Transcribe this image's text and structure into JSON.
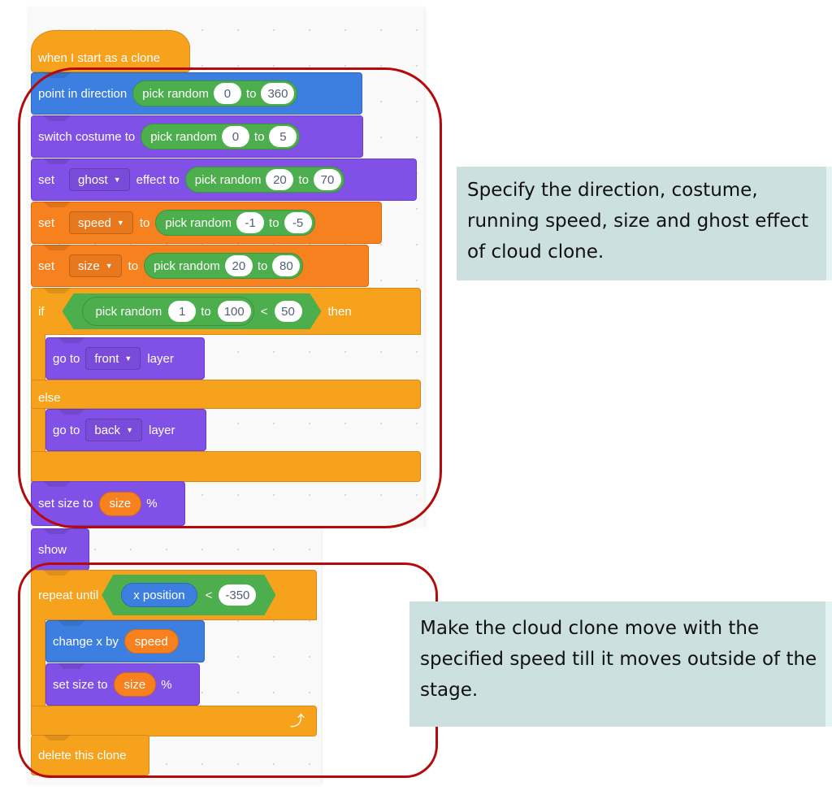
{
  "script_panel_1": {
    "hat": {
      "label": "when I start as a clone"
    },
    "point_direction": {
      "label": "point in direction",
      "reporter": "pick random",
      "from": "0",
      "to_label": "to",
      "to": "360"
    },
    "switch_costume": {
      "label": "switch costume to",
      "reporter": "pick random",
      "from": "0",
      "to_label": "to",
      "to": "5"
    },
    "set_effect": {
      "label": "set",
      "dropdown": "ghost",
      "mid": "effect to",
      "reporter": "pick random",
      "from": "20",
      "to_label": "to",
      "to": "70"
    },
    "set_speed": {
      "label": "set",
      "dropdown": "speed",
      "mid": "to",
      "reporter": "pick random",
      "from": "-1",
      "to_label": "to",
      "to": "-5"
    },
    "set_size_var": {
      "label": "set",
      "dropdown": "size",
      "mid": "to",
      "reporter": "pick random",
      "from": "20",
      "to_label": "to",
      "to": "80"
    },
    "if_block": {
      "if_label": "if",
      "reporter": "pick random",
      "from": "1",
      "to_label": "to",
      "to": "100",
      "operator": "<",
      "compare": "50",
      "then_label": "then",
      "else_label": "else",
      "then_action": {
        "label": "go to",
        "dropdown": "front",
        "suffix": "layer"
      },
      "else_action": {
        "label": "go to",
        "dropdown": "back",
        "suffix": "layer"
      }
    },
    "set_size": {
      "label": "set size to",
      "var": "size",
      "suffix": "%"
    }
  },
  "script_panel_2": {
    "show": {
      "label": "show"
    },
    "repeat_until": {
      "label": "repeat until",
      "reporter": "x position",
      "operator": "<",
      "compare": "-350",
      "loop_icon": "⤴"
    },
    "change_x": {
      "label": "change x by",
      "var": "speed"
    },
    "set_size": {
      "label": "set size to",
      "var": "size",
      "suffix": "%"
    },
    "delete_clone": {
      "label": "delete this clone"
    }
  },
  "notes": {
    "note1": "Specify the direction, costume, running speed, size and ghost effect of cloud clone.",
    "note2": "Make the cloud clone move with the specified speed till it moves outside of the stage."
  },
  "colors": {
    "events": "#f7a21c",
    "motion": "#3d7fe0",
    "looks": "#8150e6",
    "variables": "#f7801f",
    "operators": "#4cae4c",
    "highlight": "#b50a0a",
    "note_bg": "#cde0e0"
  }
}
